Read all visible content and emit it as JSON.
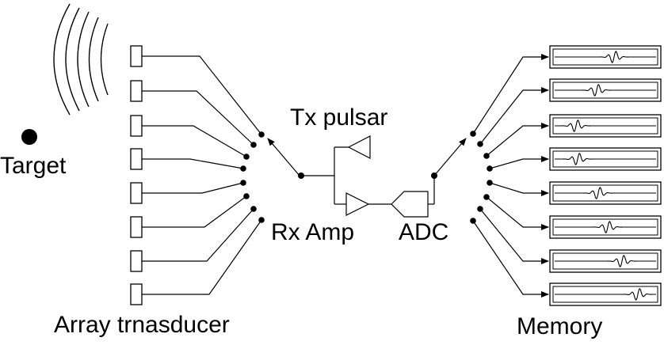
{
  "labels": {
    "target": "Target",
    "array": "Array trnasducer",
    "tx": "Tx pulsar",
    "rx": "Rx Amp",
    "adc": "ADC",
    "memory": "Memory"
  },
  "element_count": 8,
  "memory_channel_count": 8,
  "colors": {
    "ink": "#000000",
    "background": "#ffffff"
  },
  "icons": [
    "target-dot-icon",
    "sound-wave-icon",
    "transducer-element-icon",
    "switch-contact-icon",
    "amplifier-icon",
    "adc-icon",
    "waveform-icon",
    "arrow-icon"
  ]
}
